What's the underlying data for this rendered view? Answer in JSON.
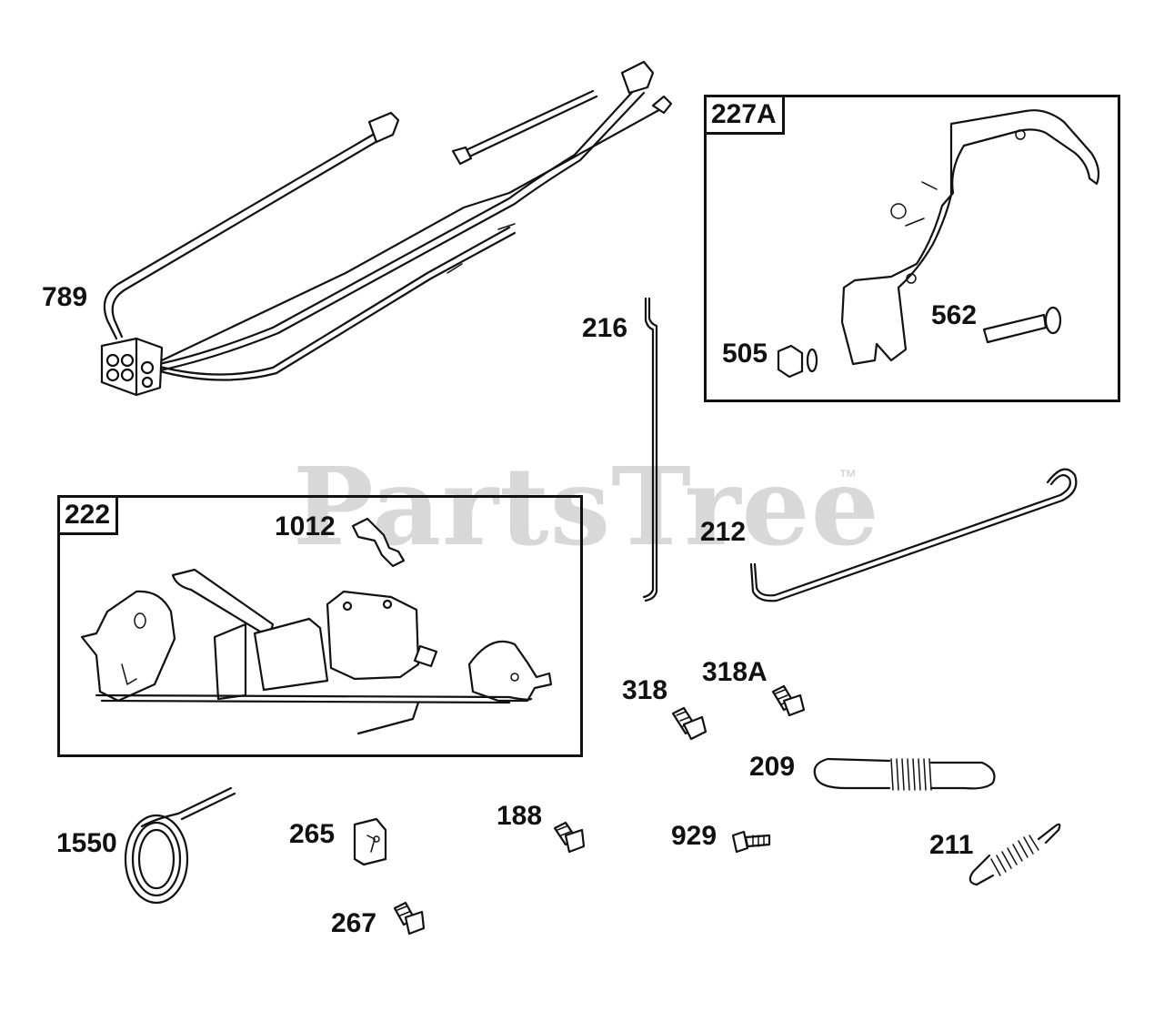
{
  "watermark": {
    "text": "PartsTree",
    "trademark": "™"
  },
  "boxes": {
    "box_227A": {
      "tag": "227A"
    },
    "box_222": {
      "tag": "222"
    }
  },
  "labels": {
    "p789": "789",
    "p216": "216",
    "p562": "562",
    "p505": "505",
    "p1012": "1012",
    "p212": "212",
    "p318": "318",
    "p318A": "318A",
    "p209": "209",
    "p188": "188",
    "p929": "929",
    "p211": "211",
    "p1550": "1550",
    "p265": "265",
    "p267": "267"
  }
}
